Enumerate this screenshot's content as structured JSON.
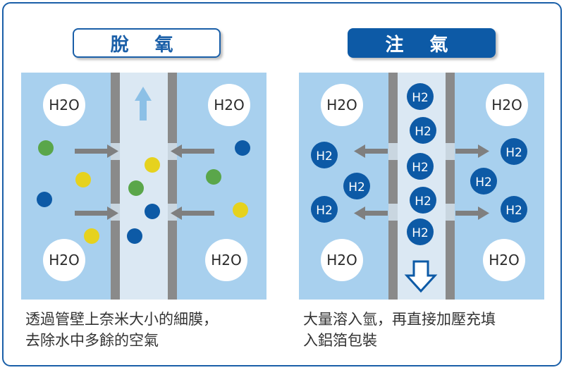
{
  "panels": {
    "left": {
      "title": "脫 氧",
      "molecule_label": "H2O",
      "caption_line1": "透過管壁上奈米大小的細膜，",
      "caption_line2": "去除水中多餘的空氣"
    },
    "right": {
      "title": "注 氣",
      "molecule_label": "H2O",
      "h2_label": "H2",
      "caption_line1": "大量溶入氫，再直接加壓充填",
      "caption_line2": "入鋁箔包裝"
    }
  },
  "colors": {
    "frame": "#1a5fa8",
    "title_bg_right": "#0d5aa6",
    "water": "#a8d0ee",
    "tube": "#dbe8f3",
    "wall": "#8a8a8a",
    "arrow": "#7f7f7f",
    "h2_dot": "#0d5aa6",
    "green_dot": "#5aa64a",
    "yellow_dot": "#e6d21e",
    "blue_dot": "#0d5aa6",
    "up_arrow": "#8cc0e6"
  }
}
